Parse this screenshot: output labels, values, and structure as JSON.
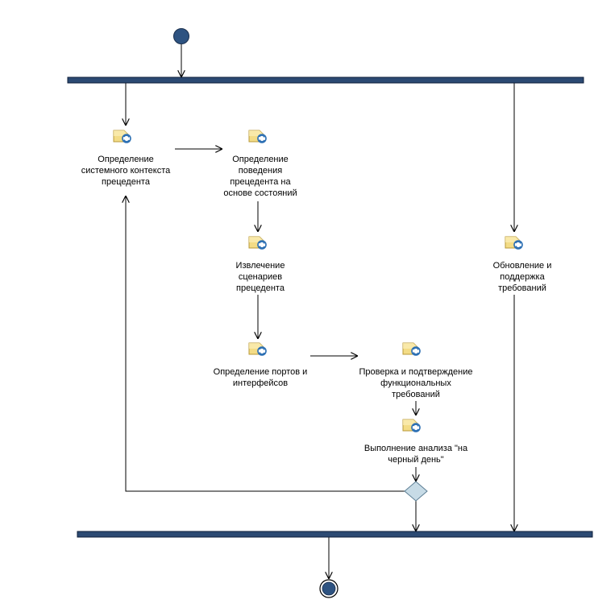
{
  "colors": {
    "bar_fill": "#2c4a73",
    "bar_stroke": "#0e1e38",
    "start_fill": "#2e5381",
    "decision_fill": "#c7dbe6",
    "decision_stroke": "#5b7d93",
    "line": "#000000"
  },
  "activity_icon": "activity-task-icon",
  "activities": {
    "system_context": {
      "label": "Определение\nсистемного контекста\nпрецедента"
    },
    "behavior_states": {
      "label": "Определение\nповедения\nпрецедента на\nоснове состояний"
    },
    "extract_scenarios": {
      "label": "Извлечение\nсценариев\nпрецедента"
    },
    "ports_interfaces": {
      "label": "Определение портов и\nинтерфейсов"
    },
    "verify_requirements": {
      "label": "Проверка и подтверждение\nфункциональных\nтребований"
    },
    "rainy_day": {
      "label": "Выполнение анализа \"на\nчерный день\""
    },
    "update_requirements": {
      "label": "Обновление и\nподдержка\nтребований"
    }
  }
}
